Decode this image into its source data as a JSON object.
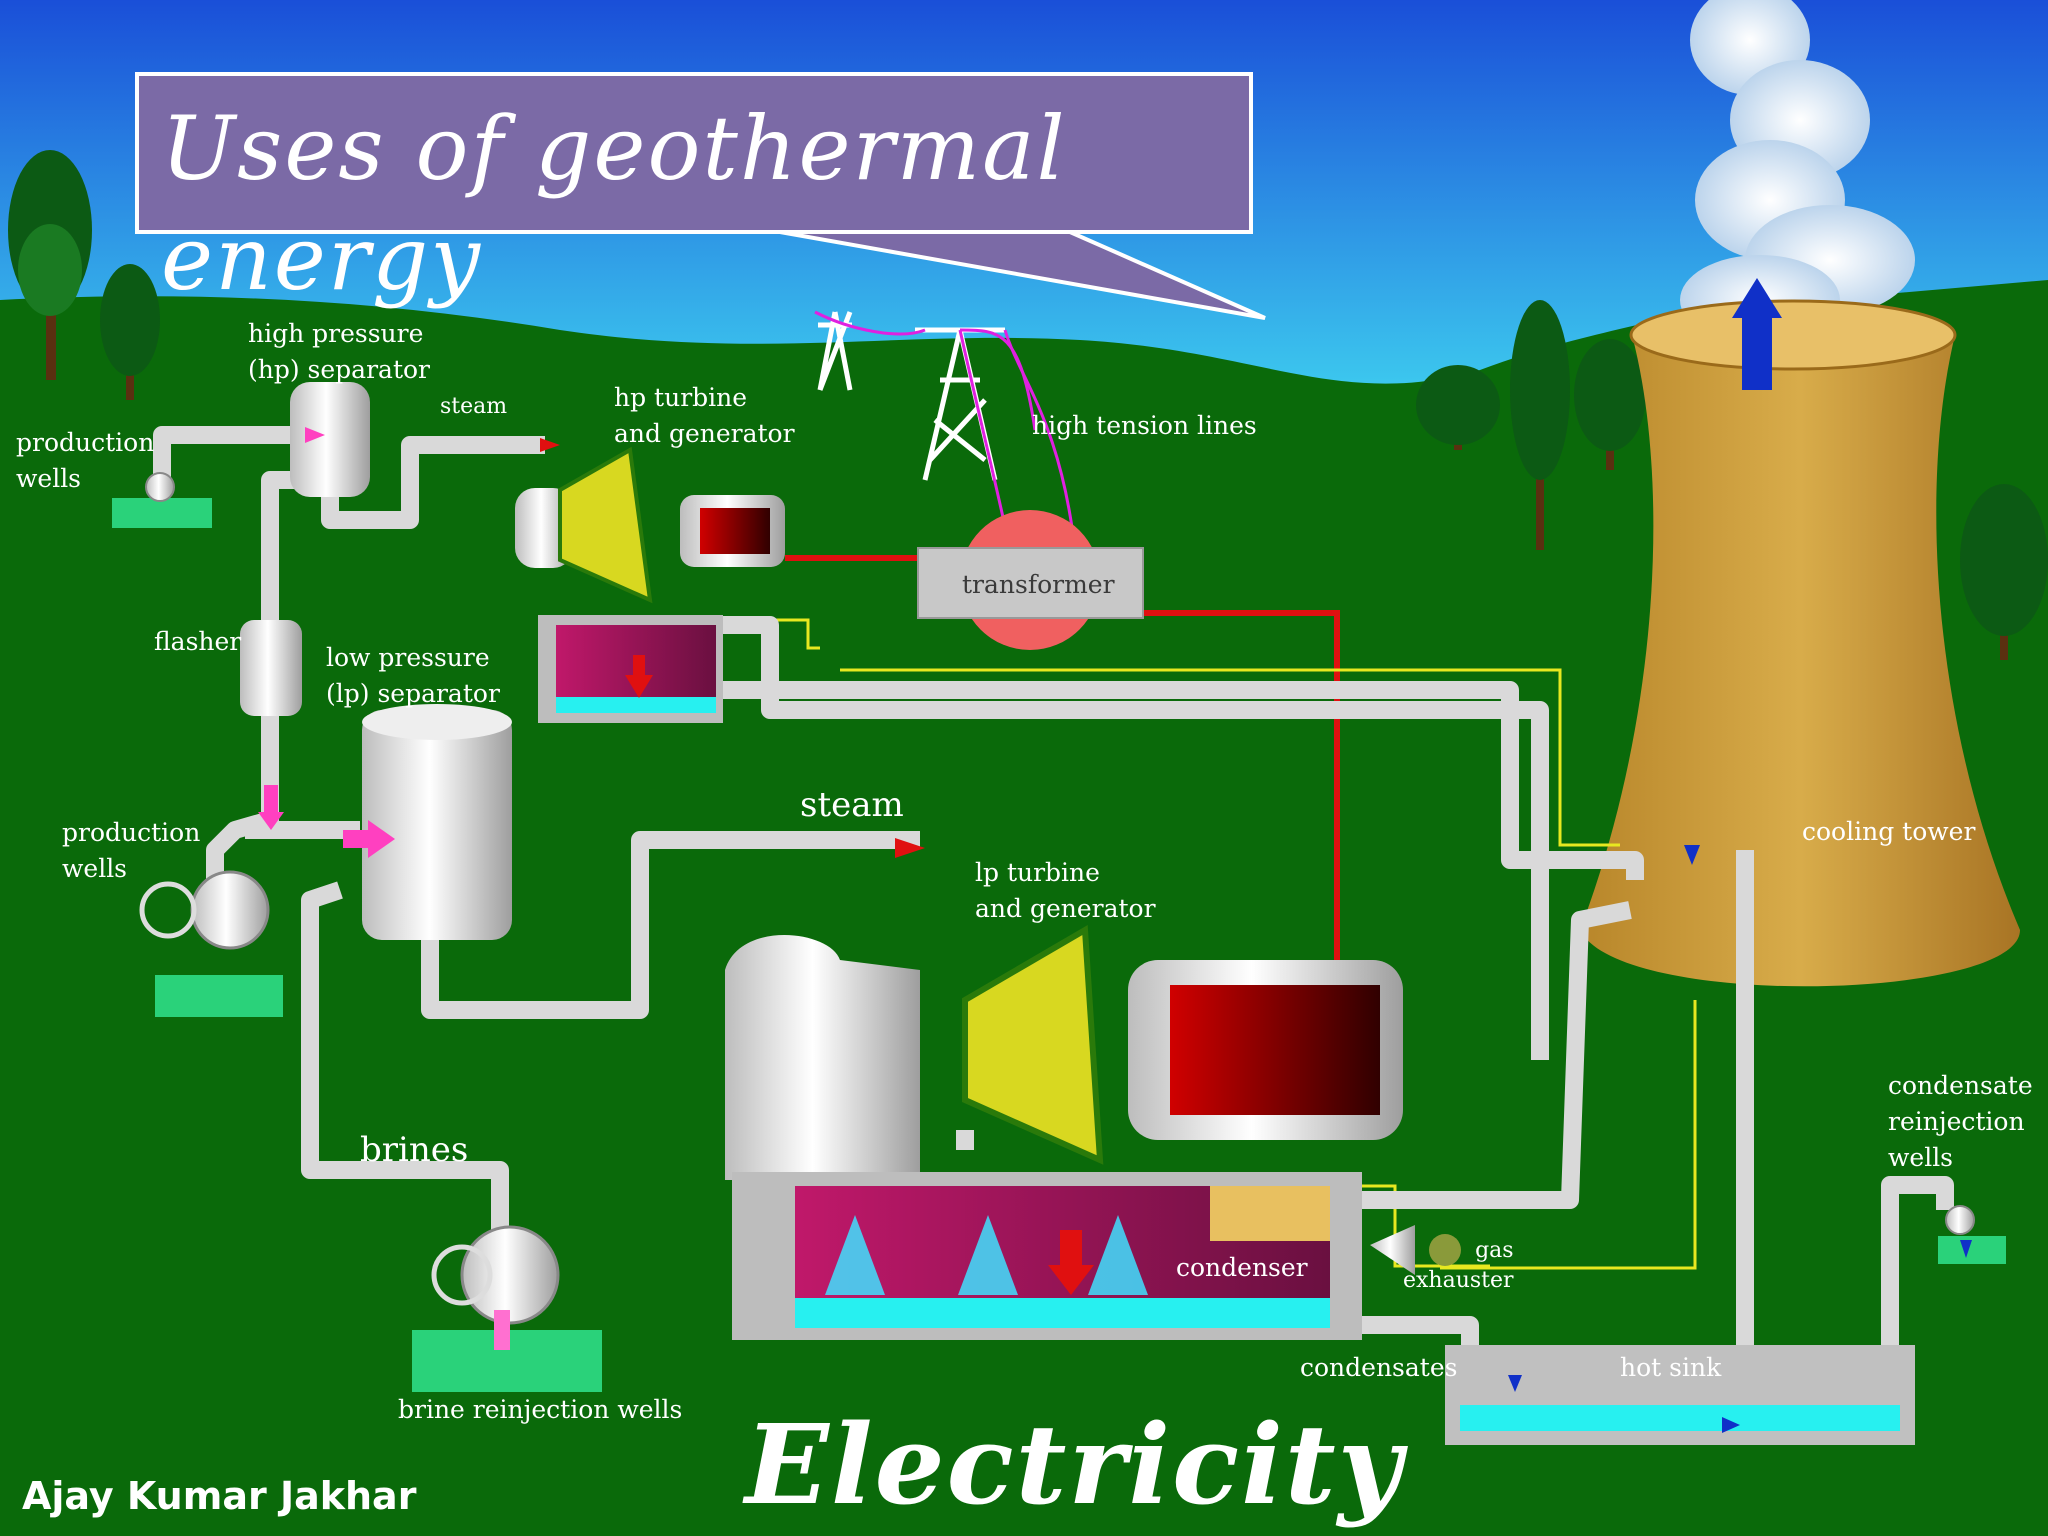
{
  "title": "Uses of geothermal energy",
  "footer_title": "Electricity",
  "author": "Ajay Kumar Jakhar",
  "labels": {
    "production_wells_top": "production\nwells",
    "hp_separator": "high pressure\n(hp) separator",
    "steam_top": "steam",
    "hp_turbine": "hp turbine\nand generator",
    "high_tension_lines": "high tension lines",
    "transformer": "transformer",
    "flasher": "flasher",
    "lp_separator": "low pressure\n(lp) separator",
    "production_wells_mid": "production\nwells",
    "steam_mid": "steam",
    "lp_turbine": "lp turbine\nand generator",
    "cooling_tower": "cooling tower",
    "brines": "brines",
    "brine_reinjection_wells": "brine reinjection wells",
    "condenser": "condenser",
    "gas_exhauster": "gas\nexhauster",
    "condensates": "condensates",
    "hot_sink": "hot sink",
    "condensate_reinjection_wells": "condensate\nreinjection\nwells"
  },
  "colors": {
    "sky_top": "#1a4fd8",
    "sky_bottom": "#3fd2f0",
    "ground": "#0a6a0a",
    "title_box": "#7b6aa6",
    "tower": "#c89a3a",
    "pipe": "#d9d9d9",
    "power_line": "#e01010",
    "signal_line": "#e8e820",
    "water": "#27f0f0",
    "condenser_body": "#9a1c6a"
  }
}
